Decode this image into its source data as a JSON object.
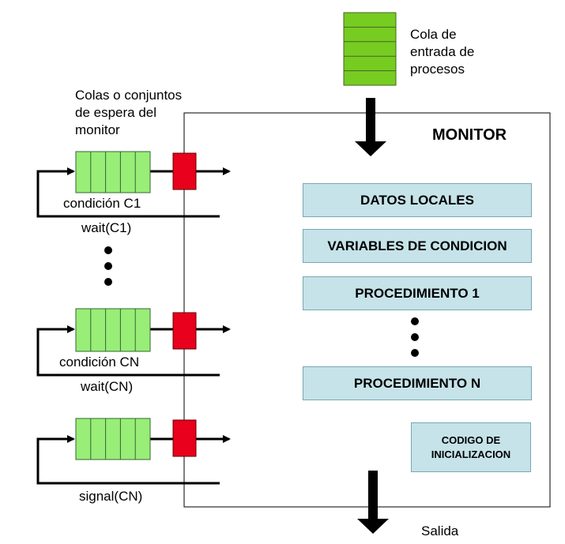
{
  "entry_queue_label": "Cola de\nentrada de\nprocesos",
  "wait_queues_label": "Colas o conjuntos\nde espera del\nmonitor",
  "monitor_title": "MONITOR",
  "monitor_sections": [
    {
      "label": "DATOS LOCALES"
    },
    {
      "label": "VARIABLES DE CONDICION"
    },
    {
      "label": "PROCEDIMIENTO 1"
    },
    {
      "label": "PROCEDIMIENTO N"
    }
  ],
  "init_code_label": "CODIGO DE\nINICIALIZACION",
  "queues": [
    {
      "condition_label": "condición C1",
      "operation_label": "wait(C1)"
    },
    {
      "condition_label": "condición CN",
      "operation_label": "wait(CN)"
    },
    {
      "condition_label": "",
      "operation_label": "signal(CN)"
    }
  ],
  "exit_label": "Salida",
  "colors": {
    "queue_fill": "#99ee77",
    "queue_stroke": "#336633",
    "entry_queue_fill": "#77cc22",
    "gate_fill": "#e8001c",
    "section_fill": "#c5e3e9",
    "line": "#000000"
  }
}
